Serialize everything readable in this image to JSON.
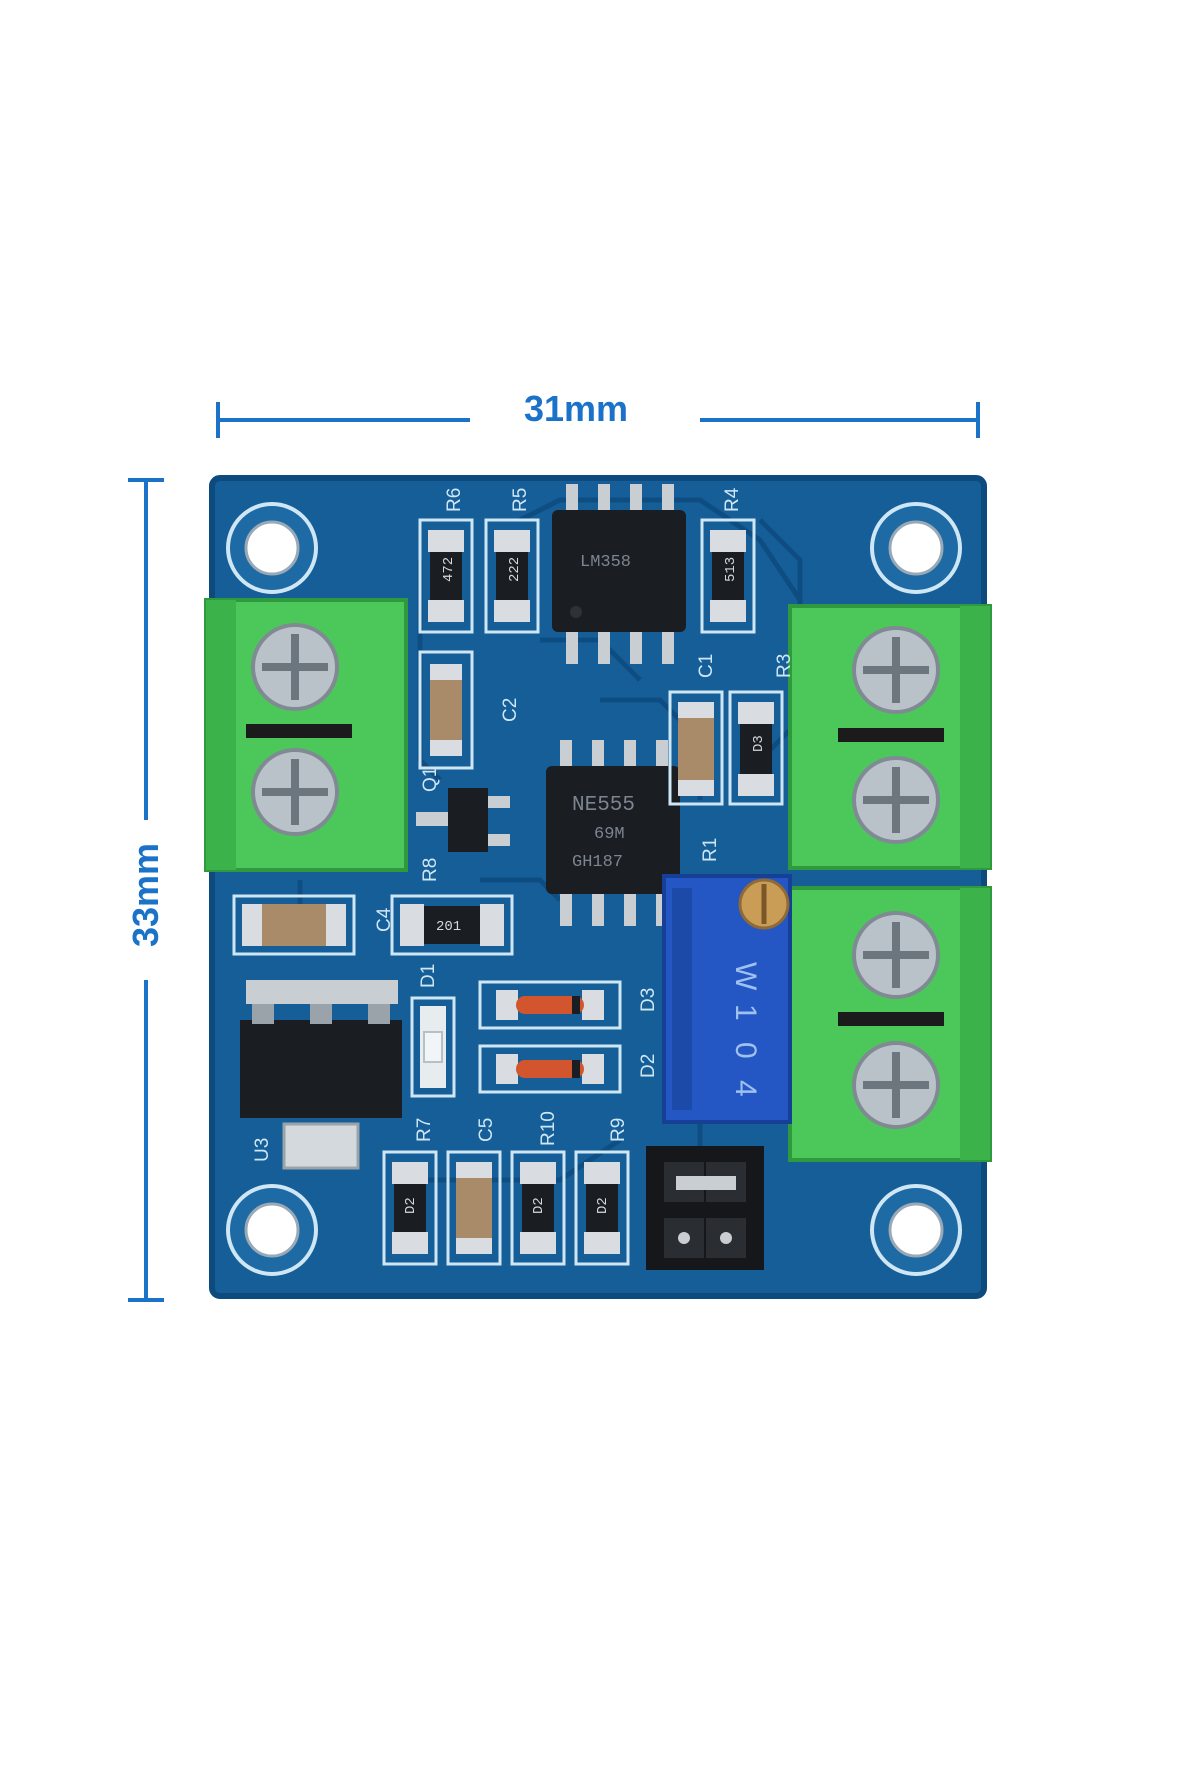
{
  "dimensions": {
    "width_label": "31mm",
    "height_label": "33mm",
    "color": "#1a73c9"
  },
  "board": {
    "silkscreen": [
      "R6",
      "R5",
      "R4",
      "C1",
      "R3",
      "C2",
      "Q1",
      "R8",
      "R1",
      "C4",
      "D1",
      "D3",
      "D2",
      "U3",
      "R7",
      "C5",
      "R10",
      "R9"
    ],
    "chips": {
      "opamp": "LM358",
      "timer": "NE555",
      "timer_line2": "69M",
      "timer_line3": "GH187"
    },
    "resistor_codes": {
      "r6": "472",
      "r5": "222",
      "r4": "513",
      "r8": "201",
      "r7": "D2",
      "r10": "D2",
      "r9": "D2",
      "r3": "D3"
    },
    "potentiometer": [
      "W",
      "1",
      "0",
      "4"
    ],
    "colors": {
      "pcb": "#155e98",
      "pcb_dark": "#0d4a7d",
      "terminal": "#4cc85a",
      "terminal_dark": "#2e9a3d",
      "pot": "#2457c4",
      "pads": "#d9dde2",
      "chip": "#1a1d22",
      "silk": "#cfe6f5"
    }
  }
}
